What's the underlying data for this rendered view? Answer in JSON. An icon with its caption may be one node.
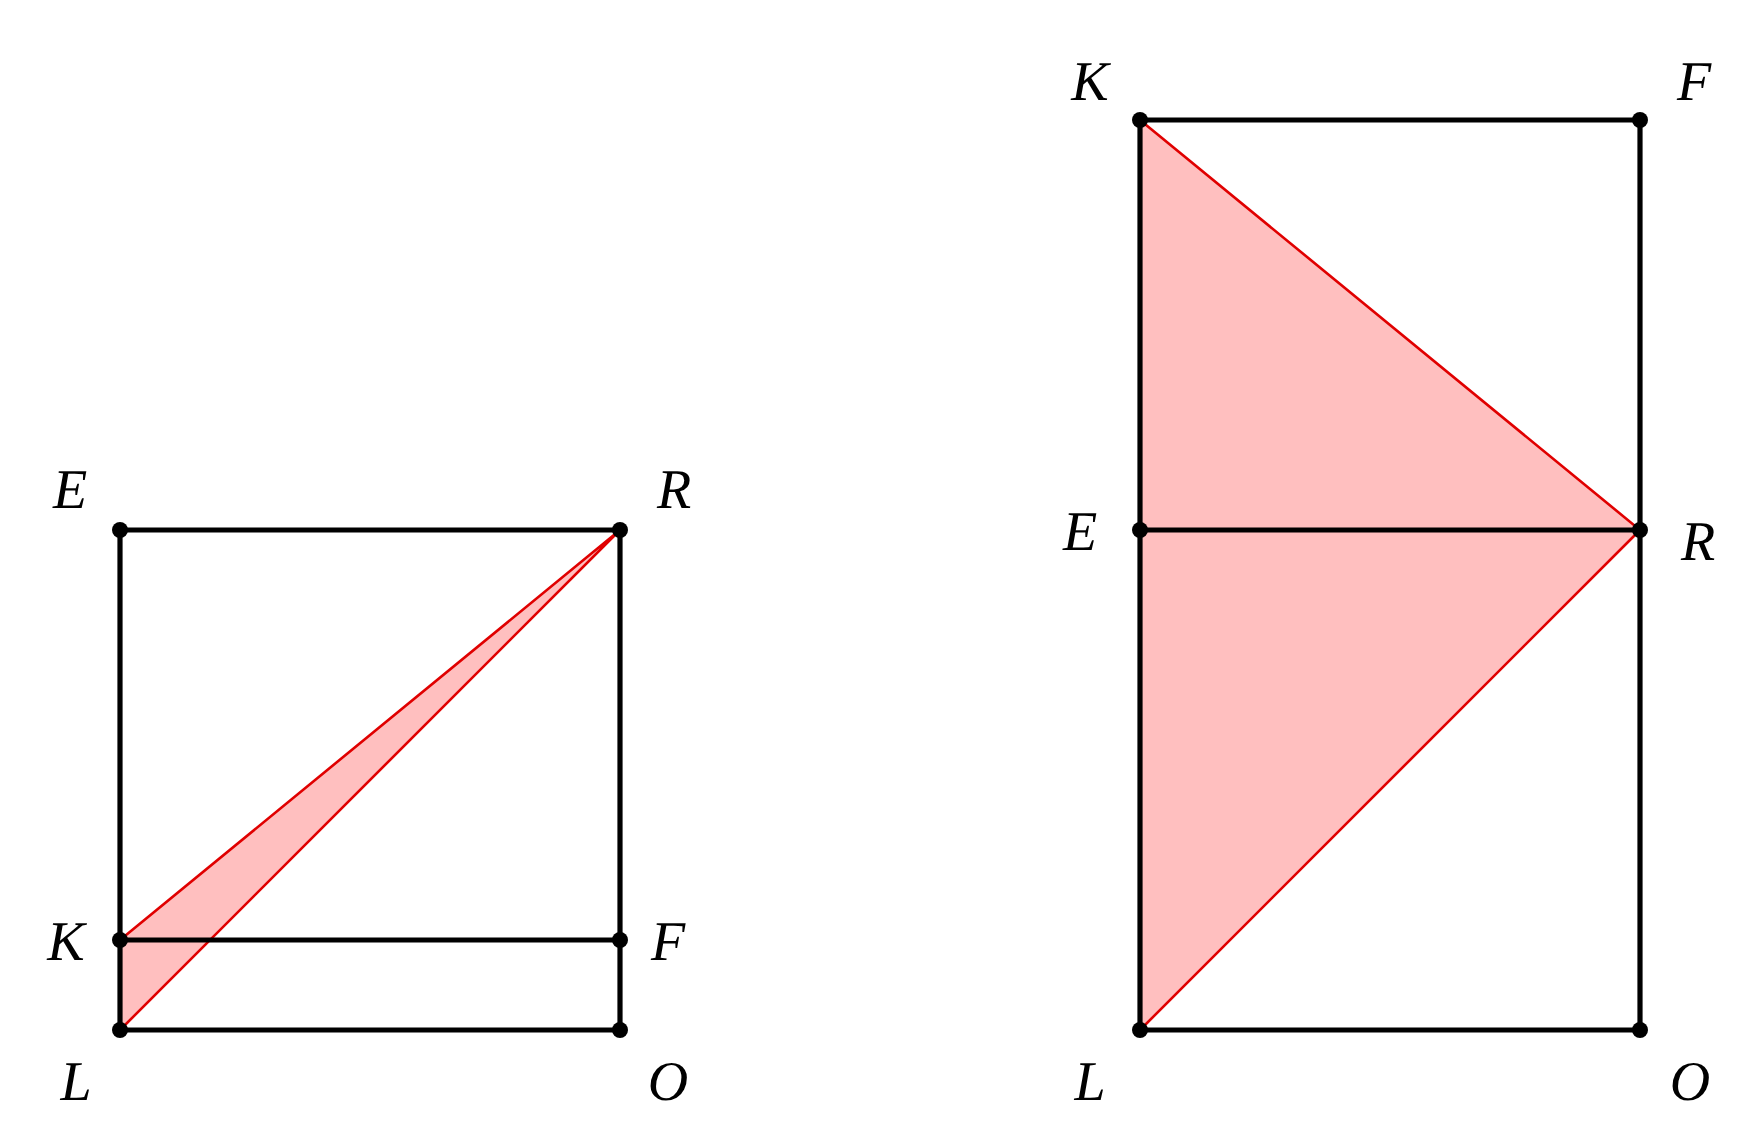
{
  "diagram": {
    "labels": [
      "E",
      "R",
      "K",
      "F",
      "L",
      "O",
      "K",
      "F",
      "E",
      "R",
      "L",
      "O"
    ]
  }
}
